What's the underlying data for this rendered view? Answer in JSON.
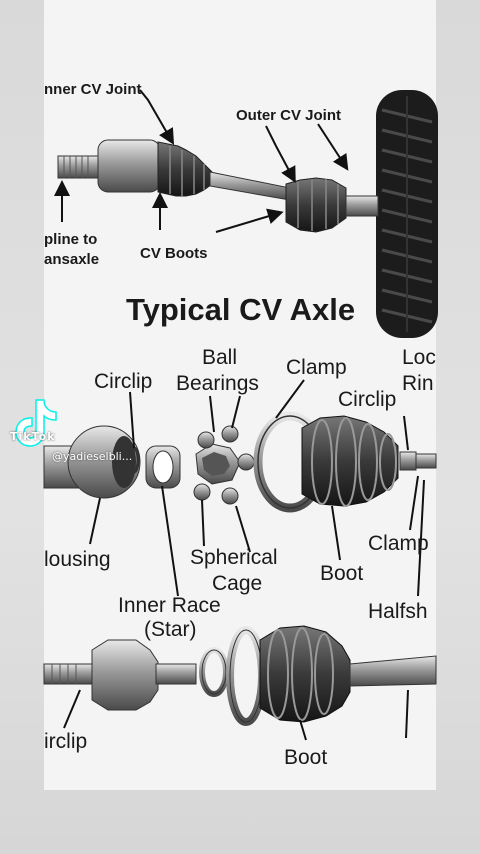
{
  "title": "Typical CV Axle",
  "top_labels": {
    "inner_cv_joint": "nner CV Joint",
    "outer_cv_joint": "Outer CV Joint",
    "spline": "pline to",
    "transaxle": "ansaxle",
    "cv_boots": "CV Boots"
  },
  "exploded_labels": {
    "circlip_left": "Circlip",
    "ball": "Ball",
    "bearings": "Bearings",
    "clamp_top": "Clamp",
    "lock": "Loc",
    "ring": "Rin",
    "circlip_right": "Circlip",
    "housing": "lousing",
    "spherical": "Spherical",
    "cage": "Cage",
    "boot_mid": "Boot",
    "clamp_right": "Clamp",
    "inner_race": "Inner Race",
    "star": "(Star)",
    "halfshaft": "Halfsh",
    "circlip_bottom": "irclip",
    "boot_bottom": "Boot"
  },
  "watermark": {
    "brand": "TikTok",
    "user": "@yadieselbli..."
  }
}
